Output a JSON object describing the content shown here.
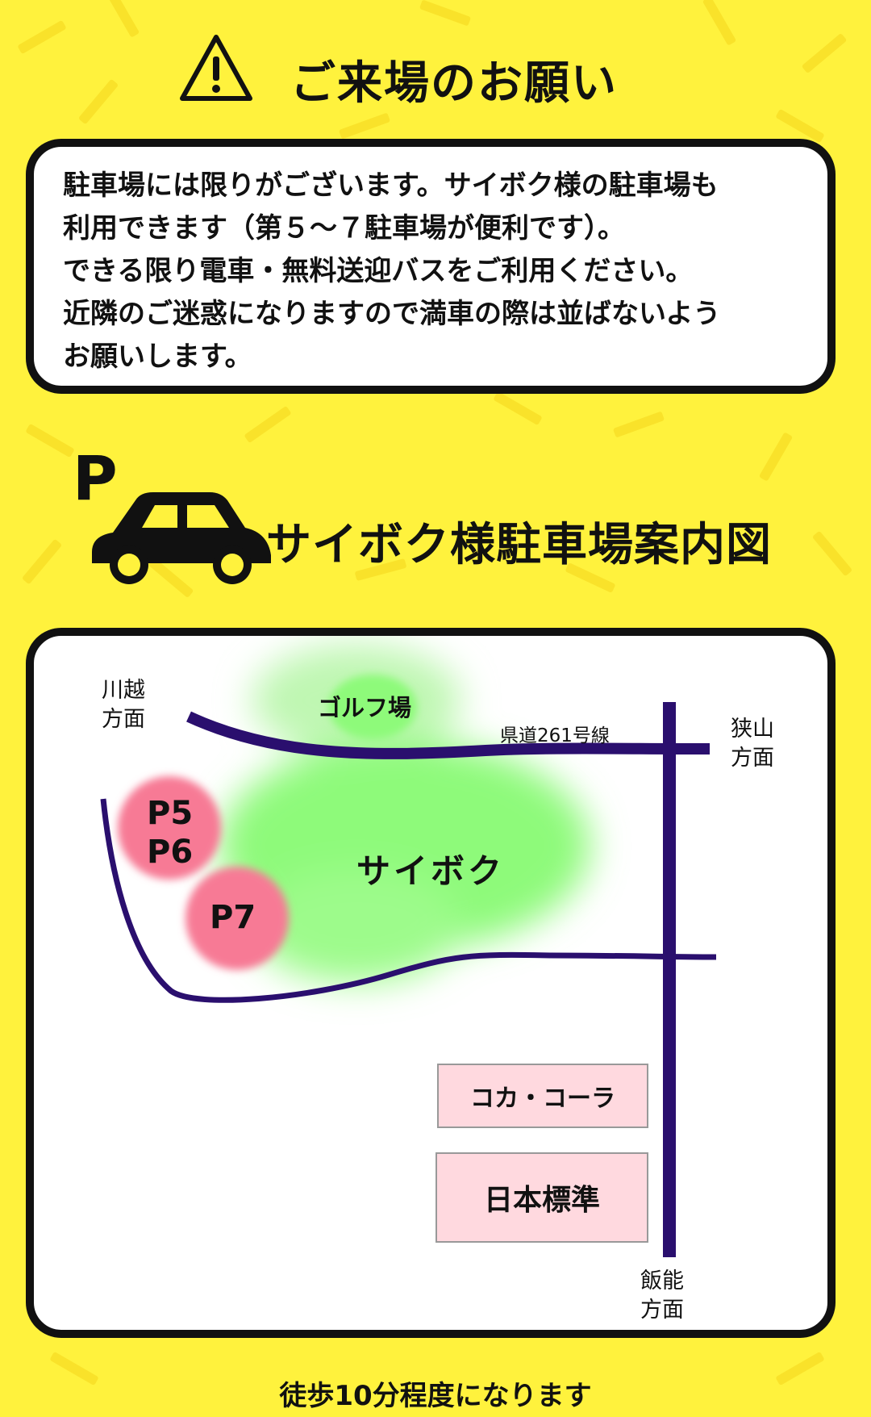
{
  "header": {
    "title": "ご来場のお願い",
    "icon": "warning-icon"
  },
  "notice": {
    "lines": [
      "駐車場には限りがございます。サイボク様の駐車場も",
      "利用できます（第５～７駐車場が便利です）。",
      "できる限り電車・無料送迎バスをご利用ください。",
      "近隣のご迷惑になりますので満車の際は並ばないよう",
      "お願いします。"
    ]
  },
  "parking": {
    "letter": "P",
    "title": "サイボク様駐車場案内図",
    "icon": "car-icon"
  },
  "map": {
    "kawagoe": [
      "川越",
      "方面"
    ],
    "sayama": [
      "狭山",
      "方面"
    ],
    "hanno": [
      "飯能",
      "方面"
    ],
    "golf": "ゴルフ場",
    "route": "県道261号線",
    "saiboku": "サイボク",
    "p56": [
      "P5",
      "P6"
    ],
    "p7": "P7",
    "cocacola": "コカ・コーラ",
    "nihon": "日本標準"
  },
  "footer": "徒歩10分程度になります",
  "colors": {
    "background": "#fff23d",
    "road": "#2a0f6e",
    "green_area": "#8efa7a",
    "parking_pink": "#f77a95",
    "box_pink": "#ffd9df"
  }
}
